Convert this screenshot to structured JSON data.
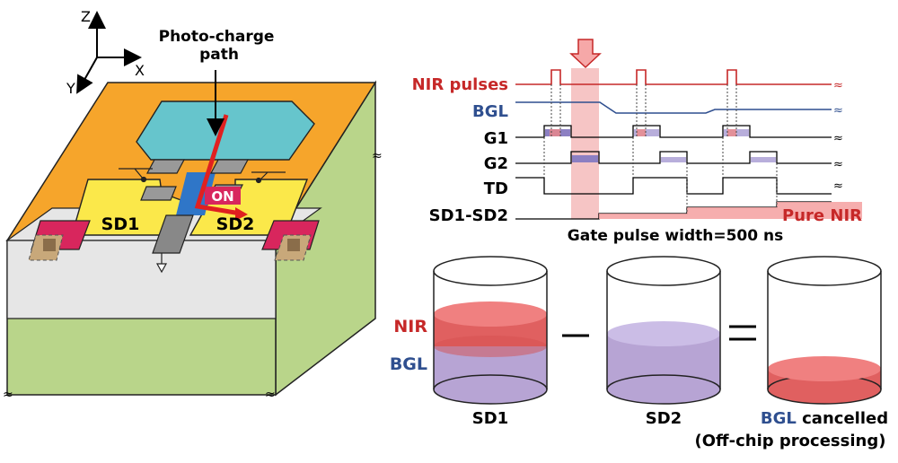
{
  "axes": {
    "z": "Z",
    "x": "X",
    "y": "Y"
  },
  "device": {
    "photo_charge_label": "Photo-charge\npath",
    "sd1": "SD1",
    "sd2": "SD2",
    "on": "ON"
  },
  "timing": {
    "signals": [
      "NIR pulses",
      "BGL",
      "G1",
      "G2",
      "TD",
      "SD1-SD2"
    ],
    "pure_nir": "Pure NIR",
    "gate_pulse_width": "Gate pulse width=500 ns",
    "break_mark": "≈"
  },
  "cups": {
    "nir": "NIR",
    "bgl": "BGL",
    "minus": "—",
    "equals": "=",
    "sd1": "SD1",
    "sd2": "SD2",
    "result_prefix": "BGL",
    "result_suffix": " cancelled",
    "processing": "(Off-chip processing)"
  },
  "colors": {
    "nir_red": "#c62828",
    "bgl_blue": "#2f4f8f",
    "orange": "#f6a52b",
    "yellow": "#fbe84a",
    "cyan": "#66c5cc",
    "pink": "#f4b6b6",
    "purple": "#b7a4d4",
    "green": "#b9d58a"
  }
}
